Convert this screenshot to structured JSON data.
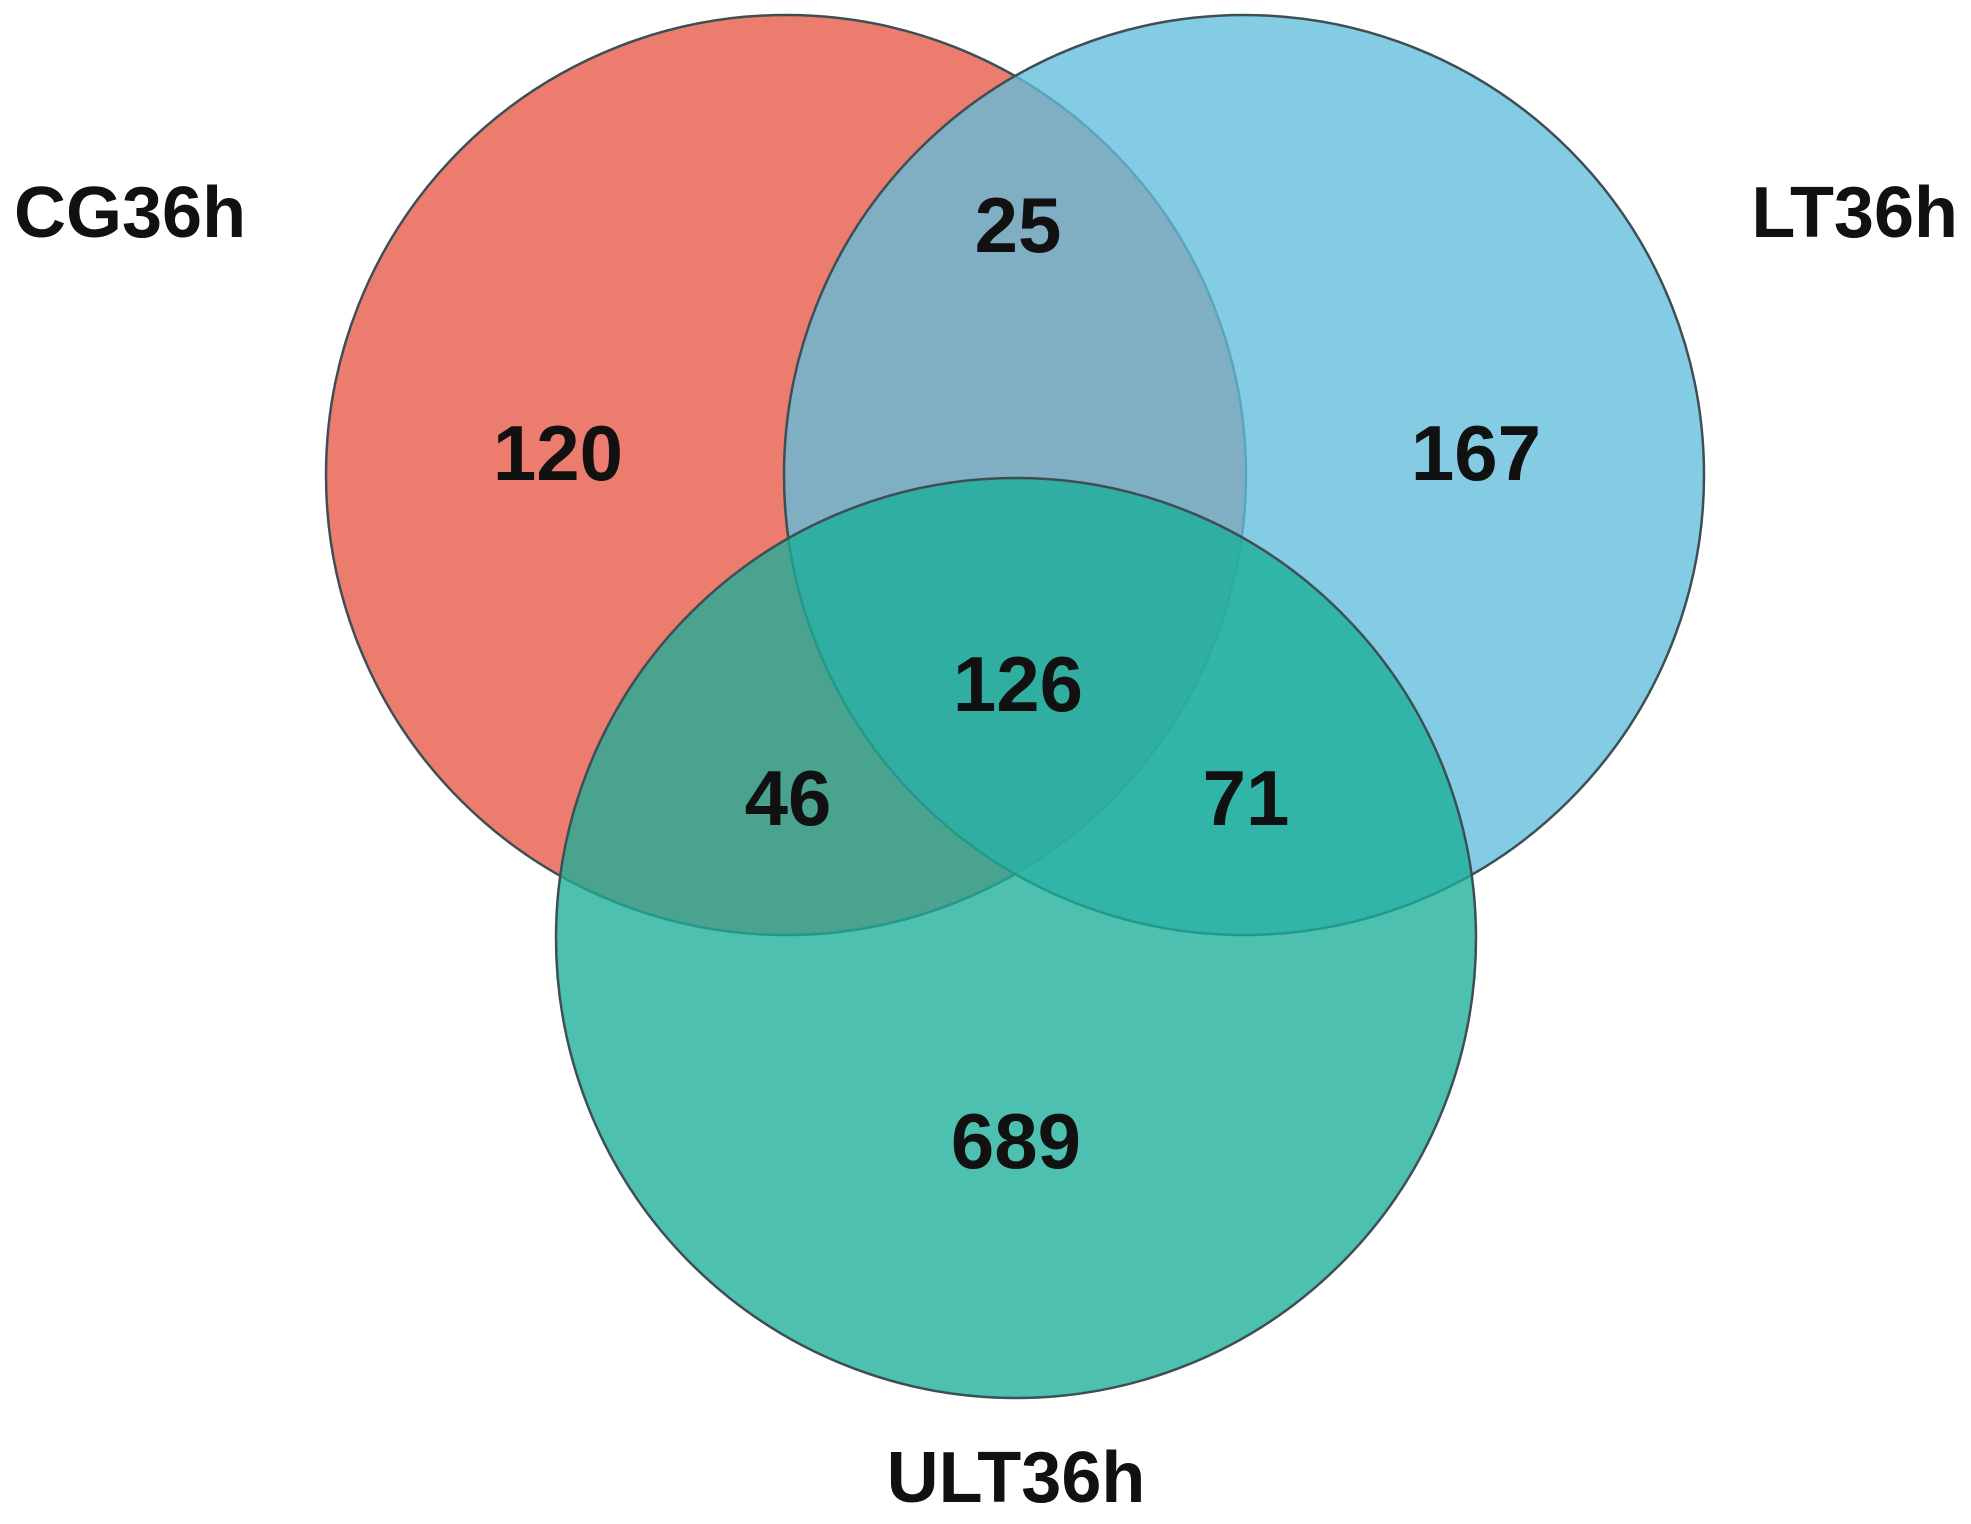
{
  "sets": [
    {
      "key": "cg",
      "name": "CG36h",
      "color": "#E8604E"
    },
    {
      "key": "lt",
      "name": "LT36h",
      "color": "#62BEDC"
    },
    {
      "key": "ult",
      "name": "ULT36h",
      "color": "#1BAE99"
    }
  ],
  "regions": {
    "cg_only": 120,
    "lt_only": 167,
    "ult_only": 689,
    "cg_lt": 25,
    "cg_ult": 46,
    "lt_ult": 71,
    "cg_lt_ult": 126
  }
}
